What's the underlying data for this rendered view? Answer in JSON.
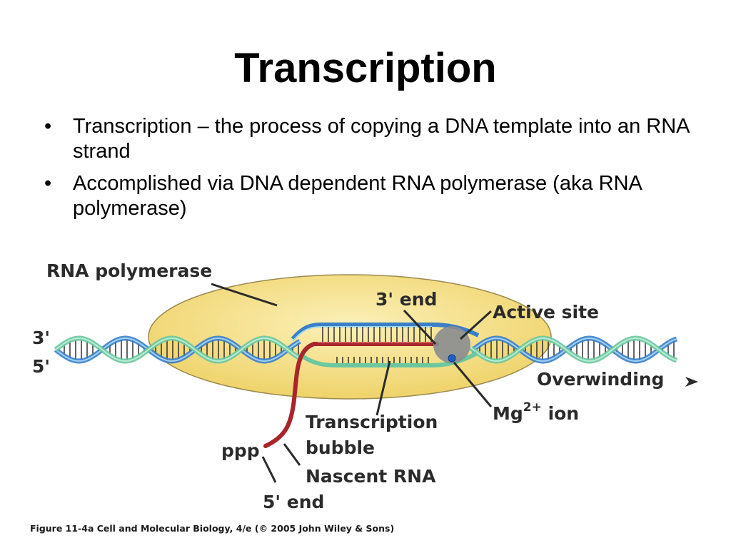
{
  "slide": {
    "title": "Transcription",
    "bullets": [
      {
        "text": "Transcription – the process of copying a DNA template into an RNA strand"
      },
      {
        "text": "Accomplished via DNA dependent RNA polymerase (aka RNA polymerase)"
      }
    ]
  },
  "figure": {
    "labels": {
      "rna_polymerase": "RNA polymerase",
      "three_prime": "3'",
      "five_prime": "5'",
      "three_prime_end": "3' end",
      "active_site": "Active site",
      "overwinding": "Overwinding",
      "mg_ion_base": "Mg",
      "mg_ion_sup": "2+",
      "mg_ion_suffix": " ion",
      "transcription_bubble_line1": "Transcription",
      "transcription_bubble_line2": "bubble",
      "ppp": "ppp",
      "nascent_rna": "Nascent RNA",
      "five_prime_end": "5' end"
    },
    "colors": {
      "polymerase_fill": "#f5e08a",
      "dna_blue": "#3a7fc8",
      "dna_green": "#6cc7a0",
      "rna_red": "#a8262b",
      "active_site_gray": "#8a8c90",
      "mg_blue": "#1f5fc4"
    },
    "caption": "Figure 11-4a  Cell and Molecular Biology, 4/e (© 2005 John Wiley & Sons)"
  }
}
